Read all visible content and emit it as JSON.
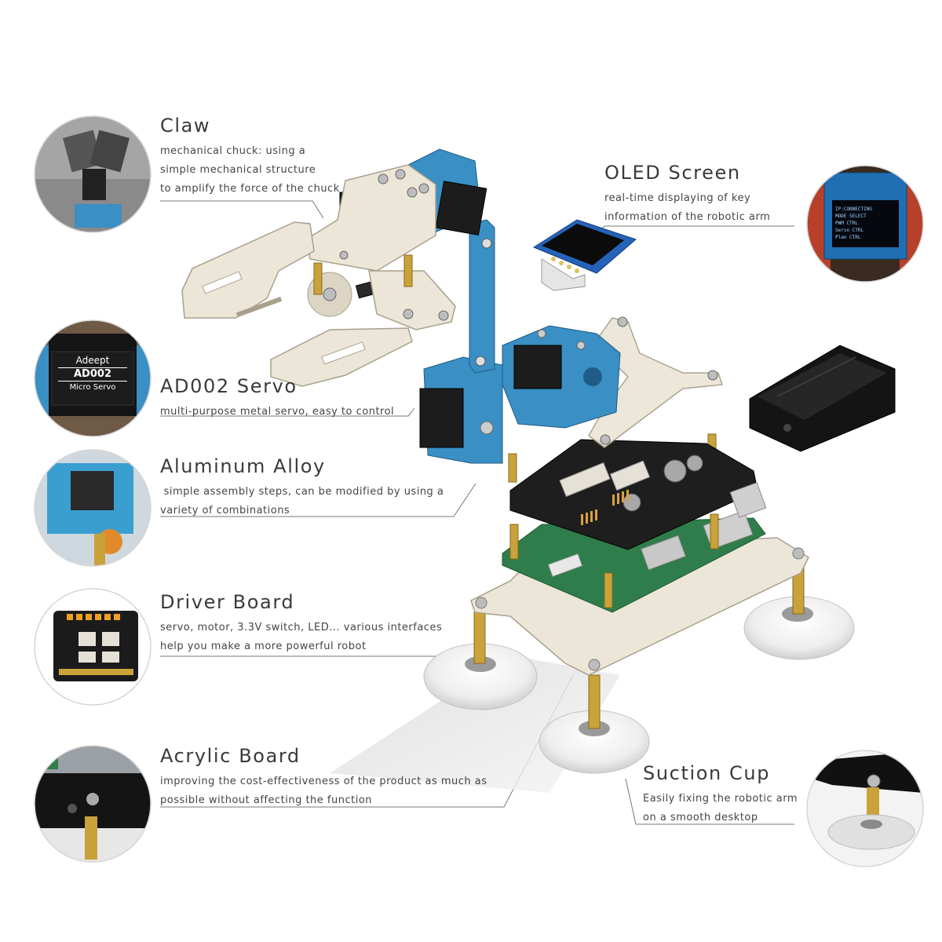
{
  "features": {
    "claw": {
      "title": "Claw",
      "lines": [
        "mechanical chuck: using a",
        "simple mechanical structure",
        "to amplify the force of the chuck"
      ]
    },
    "oled": {
      "title": "OLED Screen",
      "lines": [
        "real-time displaying of key",
        "information of the robotic arm"
      ],
      "screen_lines": [
        "IP:CONNECTING",
        "MODE SELECT",
        "PWM CTRL",
        "Servo CTRL",
        "Plan CTRL"
      ]
    },
    "servo": {
      "title": "AD002 Servo",
      "lines": [
        "multi-purpose metal servo, easy to control"
      ],
      "label_lines": [
        "Adeept",
        "AD002",
        "Micro Servo"
      ]
    },
    "alloy": {
      "title": "Aluminum Alloy",
      "lines": [
        " simple assembly steps, can be modified by using a",
        "variety of combinations"
      ]
    },
    "driver": {
      "title": "Driver Board",
      "lines": [
        "servo, motor, 3.3V switch, LED... various interfaces",
        "help you make a more powerful robot"
      ]
    },
    "acrylic": {
      "title": "Acrylic Board",
      "lines": [
        "improving the cost-effectiveness of the product as much as",
        "possible without affecting the function"
      ]
    },
    "suction": {
      "title": "Suction Cup",
      "lines": [
        "Easily fixing the robotic arm",
        "on a smooth desktop"
      ]
    }
  },
  "colors": {
    "aluminum_blue": "#3a8fc4",
    "acrylic": "#ece6d8",
    "servo_black": "#1c1c1c",
    "pcb_green": "#2f7d4a",
    "brass": "#c9a23a",
    "leader_line": "#777777"
  }
}
